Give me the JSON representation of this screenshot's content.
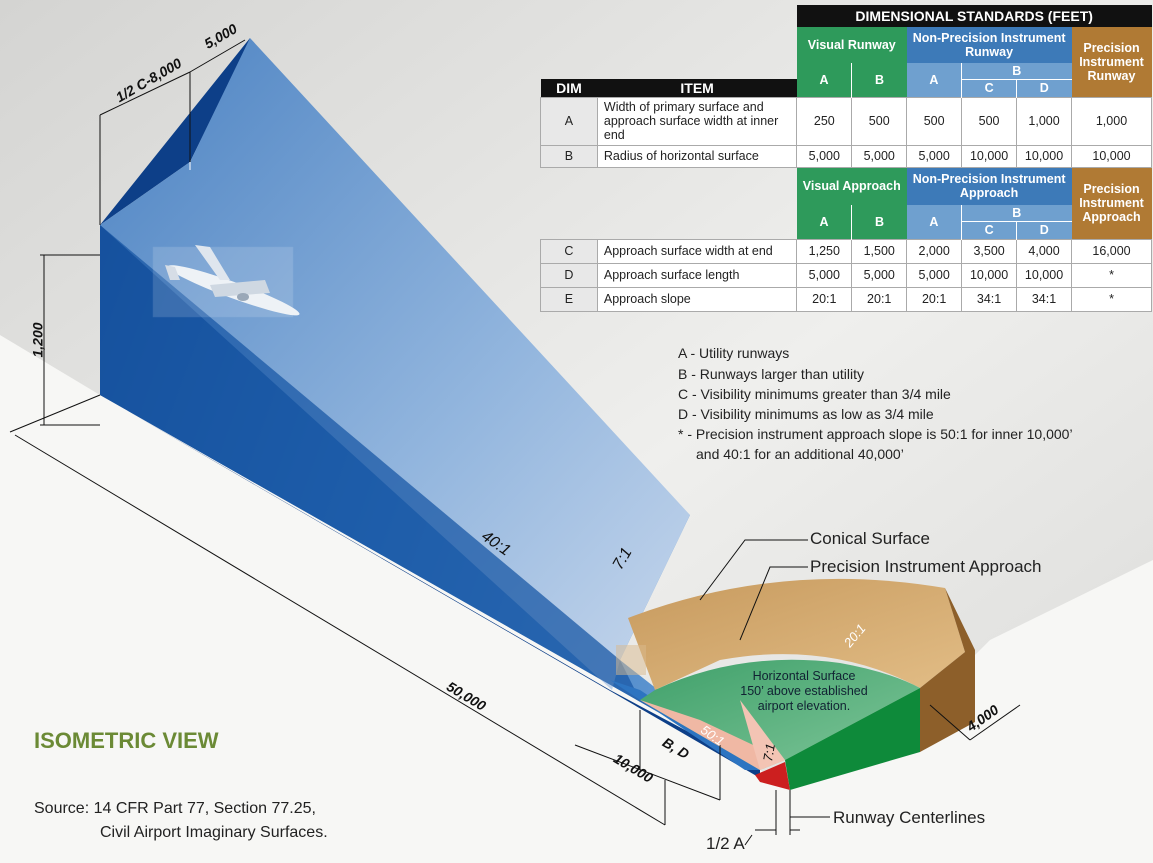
{
  "table": {
    "title": "DIMENSIONAL STANDARDS (FEET)",
    "dim_header": "DIM",
    "item_header": "ITEM",
    "runway_groups": {
      "visual": "Visual Runway",
      "nonprecision": "Non-Precision Instrument Runway",
      "precision": "Precision Instrument Runway"
    },
    "approach_groups": {
      "visual": "Visual Approach",
      "nonprecision": "Non-Precision Instrument Approach",
      "precision": "Precision Instrument Approach"
    },
    "sub": {
      "a": "A",
      "b": "B",
      "c": "C",
      "d": "D"
    },
    "rows_top": [
      {
        "dim": "A",
        "item": "Width of primary surface and approach surface width at inner end",
        "vals": [
          "250",
          "500",
          "500",
          "500",
          "1,000",
          "1,000"
        ]
      },
      {
        "dim": "B",
        "item": "Radius of horizontal surface",
        "vals": [
          "5,000",
          "5,000",
          "5,000",
          "10,000",
          "10,000",
          "10,000"
        ]
      }
    ],
    "rows_bottom": [
      {
        "dim": "C",
        "item": "Approach surface width at end",
        "vals": [
          "1,250",
          "1,500",
          "2,000",
          "3,500",
          "4,000",
          "16,000"
        ]
      },
      {
        "dim": "D",
        "item": "Approach surface length",
        "vals": [
          "5,000",
          "5,000",
          "5,000",
          "10,000",
          "10,000",
          "*"
        ]
      },
      {
        "dim": "E",
        "item": "Approach slope",
        "vals": [
          "20:1",
          "20:1",
          "20:1",
          "34:1",
          "34:1",
          "*"
        ]
      }
    ]
  },
  "legend": [
    "A - Utility runways",
    "B -  Runways larger than utility",
    "C - Visibility minimums greater than 3/4 mile",
    "D - Visibility minimums as low as 3/4 mile",
    "* - Precision instrument approach slope is 50:1 for inner 10,000’",
    "and 40:1 for an additional 40,000’"
  ],
  "diagram": {
    "dim_5000": "5,000",
    "dim_half_c": "1/2 C-8,000",
    "dim_1200": "1,200",
    "dim_50000": "50,000",
    "dim_10000": "10,000",
    "dim_bd": "B, D",
    "dim_4000": "4,000",
    "slope_40": "40:1",
    "slope_7_a": "7:1",
    "slope_7_b": "7:1",
    "slope_50": "50:1",
    "slope_20": "20:1",
    "horizontal_surface": [
      "Horizontal Surface",
      "150’ above established",
      "airport elevation."
    ],
    "conical": "Conical Surface",
    "precision": "Precision Instrument Approach",
    "centerlines": "Runway Centerlines",
    "half_a": "1/2 A"
  },
  "title": "ISOMETRIC VIEW",
  "source_line1": "Source: 14 CFR Part 77, Section 77.25,",
  "source_line2": "Civil Airport Imaginary Surfaces."
}
